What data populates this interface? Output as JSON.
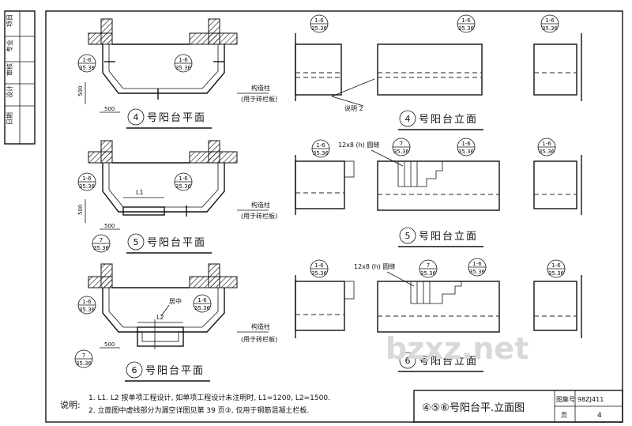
{
  "side_block": {
    "cells": [
      "项目",
      "专业",
      "审核",
      "设计",
      "日期"
    ]
  },
  "plans": [
    {
      "caption_num": "4",
      "caption_text": "号阳台平面",
      "tag_a": "1-6",
      "tag_b": "35.36",
      "col_note_1": "构造柱",
      "col_note_2": "(用于砖栏板)",
      "dim_v": "500",
      "dim_h": "500"
    },
    {
      "caption_num": "5",
      "caption_text": "号阳台平面",
      "tag_a": "1-6",
      "tag_b": "35.36",
      "tag7_a": "7",
      "tag7_b": "35.36",
      "col_note_1": "构造柱",
      "col_note_2": "(用于砖栏板)",
      "dim_v": "500",
      "dim_h": "500",
      "span": "L1"
    },
    {
      "caption_num": "6",
      "caption_text": "号阳台平面",
      "tag_a": "1-6",
      "tag_b": "35.36",
      "tag7_a": "7",
      "tag7_b": "35.36",
      "col_note_1": "构造柱",
      "col_note_2": "(用于砖栏板)",
      "dim_h": "500",
      "span": "L2",
      "center": "居中"
    }
  ],
  "elevations": [
    {
      "caption_num": "4",
      "caption_text": "号阳台立面",
      "tag_a": "1-6",
      "tag_b": "35.36",
      "note": "说明 2"
    },
    {
      "caption_num": "5",
      "caption_text": "号阳台立面",
      "tag_a": "1-6",
      "tag_b": "35.36",
      "tag7_a": "7",
      "tag7_b": "35.36",
      "seam": "12x8 (h) 圆缝"
    },
    {
      "caption_num": "6",
      "caption_text": "号阳台立面",
      "tag_a": "1-6",
      "tag_b": "35.36",
      "tag7_a": "7",
      "tag7_b": "35.36",
      "seam": "12x8 (h) 圆缝"
    }
  ],
  "notes": {
    "label": "说明:",
    "line1": "1. L1. L2 按单项工程设计, 如单项工程设计未注明时, L1=1200, L2=1500.",
    "line2": "2. 立面图中虚线部分为漏空详图见第 39 页③, 仅用于钢筋混凝土栏板."
  },
  "title_block": {
    "title": "④⑤⑥号阳台平.立面图",
    "atlas_label": "图集号",
    "atlas_no": "98ZJ411",
    "page_label": "页",
    "page_no": "4"
  },
  "watermark": "bzxz.net"
}
